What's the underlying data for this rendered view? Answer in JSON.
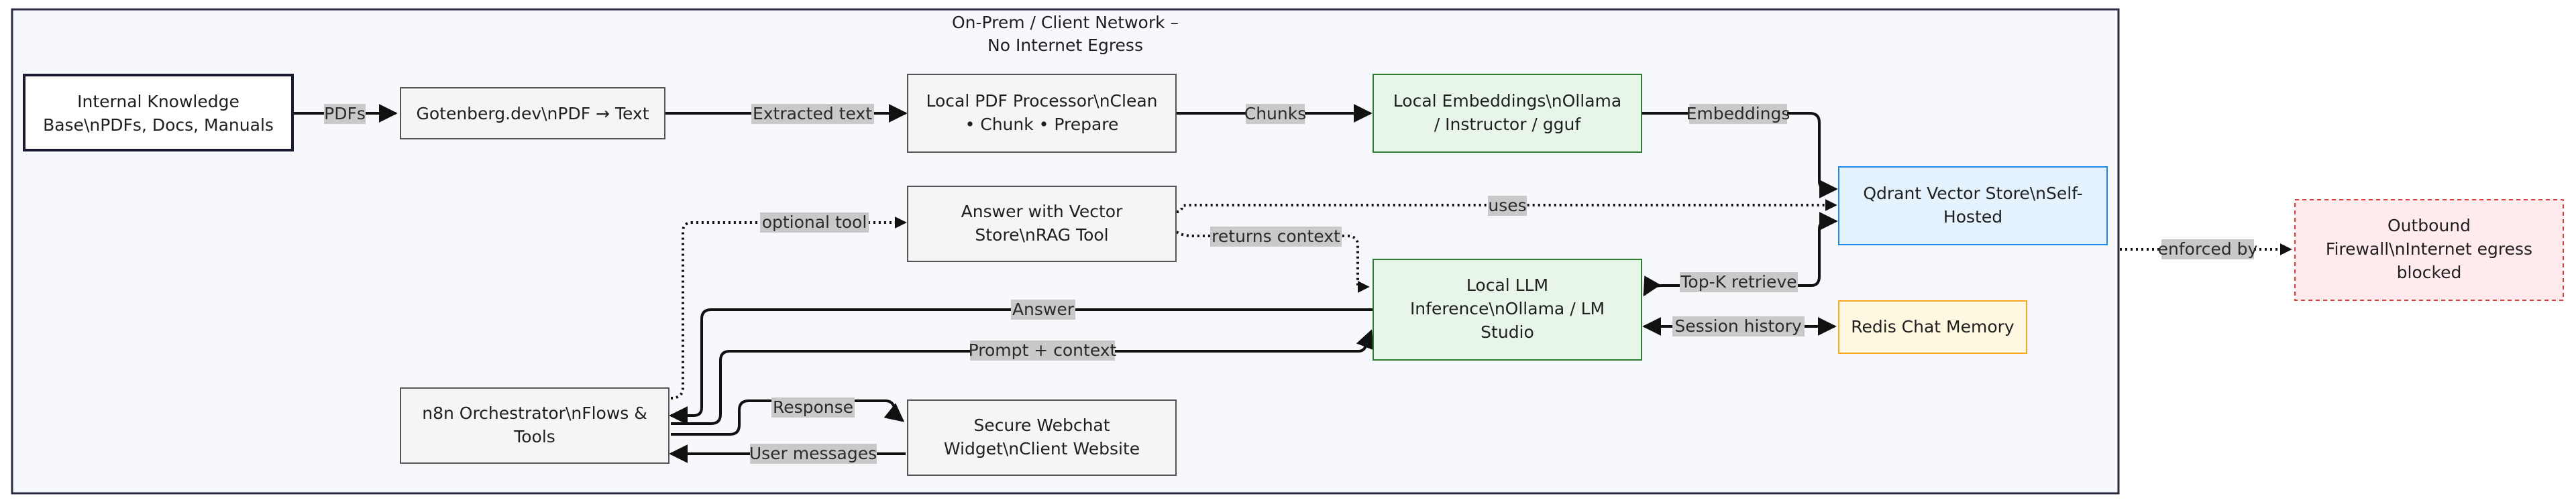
{
  "cluster": {
    "title_lines": [
      "On-Prem / Client Network –",
      "No Internet Egress"
    ]
  },
  "nodes": {
    "kb": {
      "lines": [
        "Internal Knowledge",
        "Base\\nPDFs, Docs, Manuals"
      ]
    },
    "goten": {
      "lines": [
        "Gotenberg.dev\\nPDF → Text"
      ]
    },
    "pdfproc": {
      "lines": [
        "Local PDF Processor\\nClean",
        "• Chunk • Prepare"
      ]
    },
    "emb": {
      "lines": [
        "Local Embeddings\\nOllama",
        "/ Instructor / gguf"
      ]
    },
    "qdrant": {
      "lines": [
        "Qdrant Vector Store\\nSelf-",
        "Hosted"
      ]
    },
    "ragtool": {
      "lines": [
        "Answer with Vector",
        "Store\\nRAG Tool"
      ]
    },
    "llm": {
      "lines": [
        "Local LLM",
        "Inference\\nOllama / LM",
        "Studio"
      ]
    },
    "redis": {
      "lines": [
        "Redis Chat Memory"
      ]
    },
    "n8n": {
      "lines": [
        "n8n Orchestrator\\nFlows &",
        "Tools"
      ]
    },
    "webchat": {
      "lines": [
        "Secure Webchat",
        "Widget\\nClient Website"
      ]
    },
    "firewall": {
      "lines": [
        "Outbound",
        "Firewall\\nInternet egress",
        "blocked"
      ]
    }
  },
  "edges": {
    "pdfs": "PDFs",
    "extracted": "Extracted text",
    "chunks": "Chunks",
    "embeddings": "Embeddings",
    "uses": "uses",
    "optional": "optional tool",
    "returns": "returns context",
    "topk": "Top-K retrieve",
    "answer": "Answer",
    "prompt": "Prompt + context",
    "session": "Session history",
    "response": "Response",
    "usermsg": "User messages",
    "enforced": "enforced by"
  },
  "colors": {
    "green_fill": "#e8f5e9",
    "green_stroke": "#2e7d32",
    "blue_fill": "#e3f2fd",
    "blue_stroke": "#1e88e5",
    "yellow_fill": "#fff8e1",
    "yellow_stroke": "#f9a825",
    "red_fill": "#ffebee",
    "red_stroke": "#e53935",
    "gray_fill": "#f5f5f5",
    "gray_stroke": "#555555",
    "cluster_fill": "#f7f8fc",
    "cluster_stroke": "#2b2b40",
    "label_bg": "#c9c9c9"
  }
}
